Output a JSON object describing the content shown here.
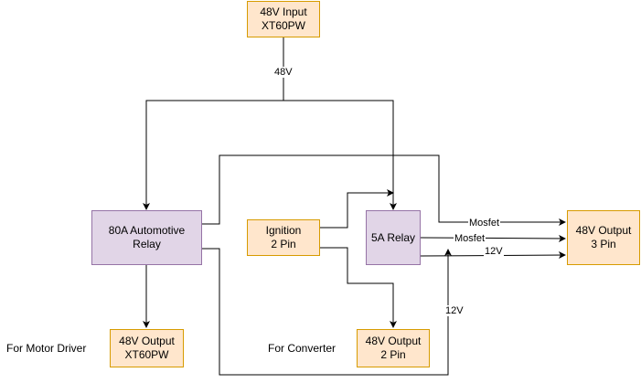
{
  "nodes": {
    "input": {
      "line1": "48V Input",
      "line2": "XT60PW"
    },
    "auto_relay": {
      "line1": "80A Automotive",
      "line2": "Relay"
    },
    "ignition": {
      "line1": "Ignition",
      "line2": "2 Pin"
    },
    "relay5a": {
      "line1": "5A Relay"
    },
    "out3": {
      "line1": "48V Output",
      "line2": "3 Pin"
    },
    "out_motor": {
      "line1": "48V Output",
      "line2": "XT60PW"
    },
    "out2": {
      "line1": "48V Output",
      "line2": "2 Pin"
    }
  },
  "edge_labels": {
    "v48": "48V",
    "mosfet_top": "Mosfet",
    "mosfet_mid": "Mosfet",
    "v12_right": "12V",
    "v12_vertical": "12V"
  },
  "captions": {
    "motor_driver": "For Motor Driver",
    "converter": "For Converter"
  }
}
